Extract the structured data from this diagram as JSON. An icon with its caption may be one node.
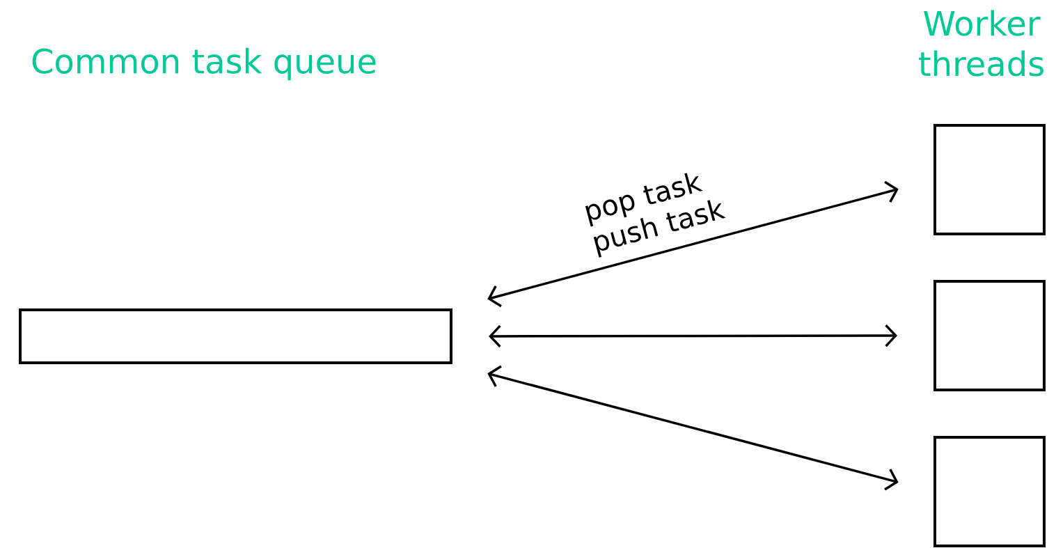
{
  "diagram": {
    "nodes": [
      {
        "text": [],
        "shape": "box"
      },
      {
        "text": [],
        "shape": "box"
      },
      {
        "text": [],
        "shape": "box"
      },
      {
        "text": [],
        "shape": "box"
      }
    ],
    "edges": [
      {
        "from": 0,
        "to": 1,
        "arrow": "both",
        "label": "pop task push task"
      },
      {
        "from": 0,
        "to": 2,
        "arrow": "both"
      },
      {
        "from": 0,
        "to": 3,
        "arrow": "both"
      }
    ],
    "labels": [
      "Common task queue",
      "Worker threads"
    ]
  }
}
